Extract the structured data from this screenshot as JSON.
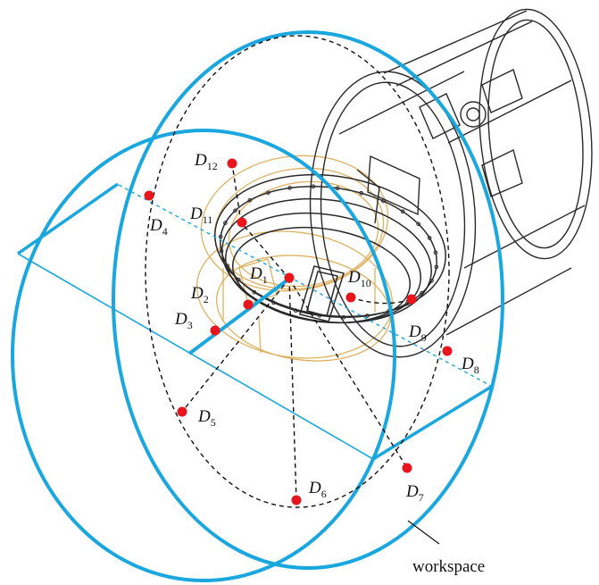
{
  "diagram": {
    "colors": {
      "workspace_blue": "#1aa7df",
      "point_red": "#e8151c",
      "mech_gold": "#d9a446",
      "mech_dark": "#2a2a2a",
      "dash_black": "#111111"
    },
    "callout_label": "workspace",
    "points": [
      {
        "id": "D1",
        "base": "D",
        "sub": "1"
      },
      {
        "id": "D2",
        "base": "D",
        "sub": "2"
      },
      {
        "id": "D3",
        "base": "D",
        "sub": "3"
      },
      {
        "id": "D4",
        "base": "D",
        "sub": "4"
      },
      {
        "id": "D5",
        "base": "D",
        "sub": "5"
      },
      {
        "id": "D6",
        "base": "D",
        "sub": "6"
      },
      {
        "id": "D7",
        "base": "D",
        "sub": "7"
      },
      {
        "id": "D8",
        "base": "D",
        "sub": "8"
      },
      {
        "id": "D9",
        "base": "D",
        "sub": "9"
      },
      {
        "id": "D10",
        "base": "D",
        "sub": "10"
      },
      {
        "id": "D11",
        "base": "D",
        "sub": "11"
      },
      {
        "id": "D12",
        "base": "D",
        "sub": "12"
      }
    ]
  }
}
